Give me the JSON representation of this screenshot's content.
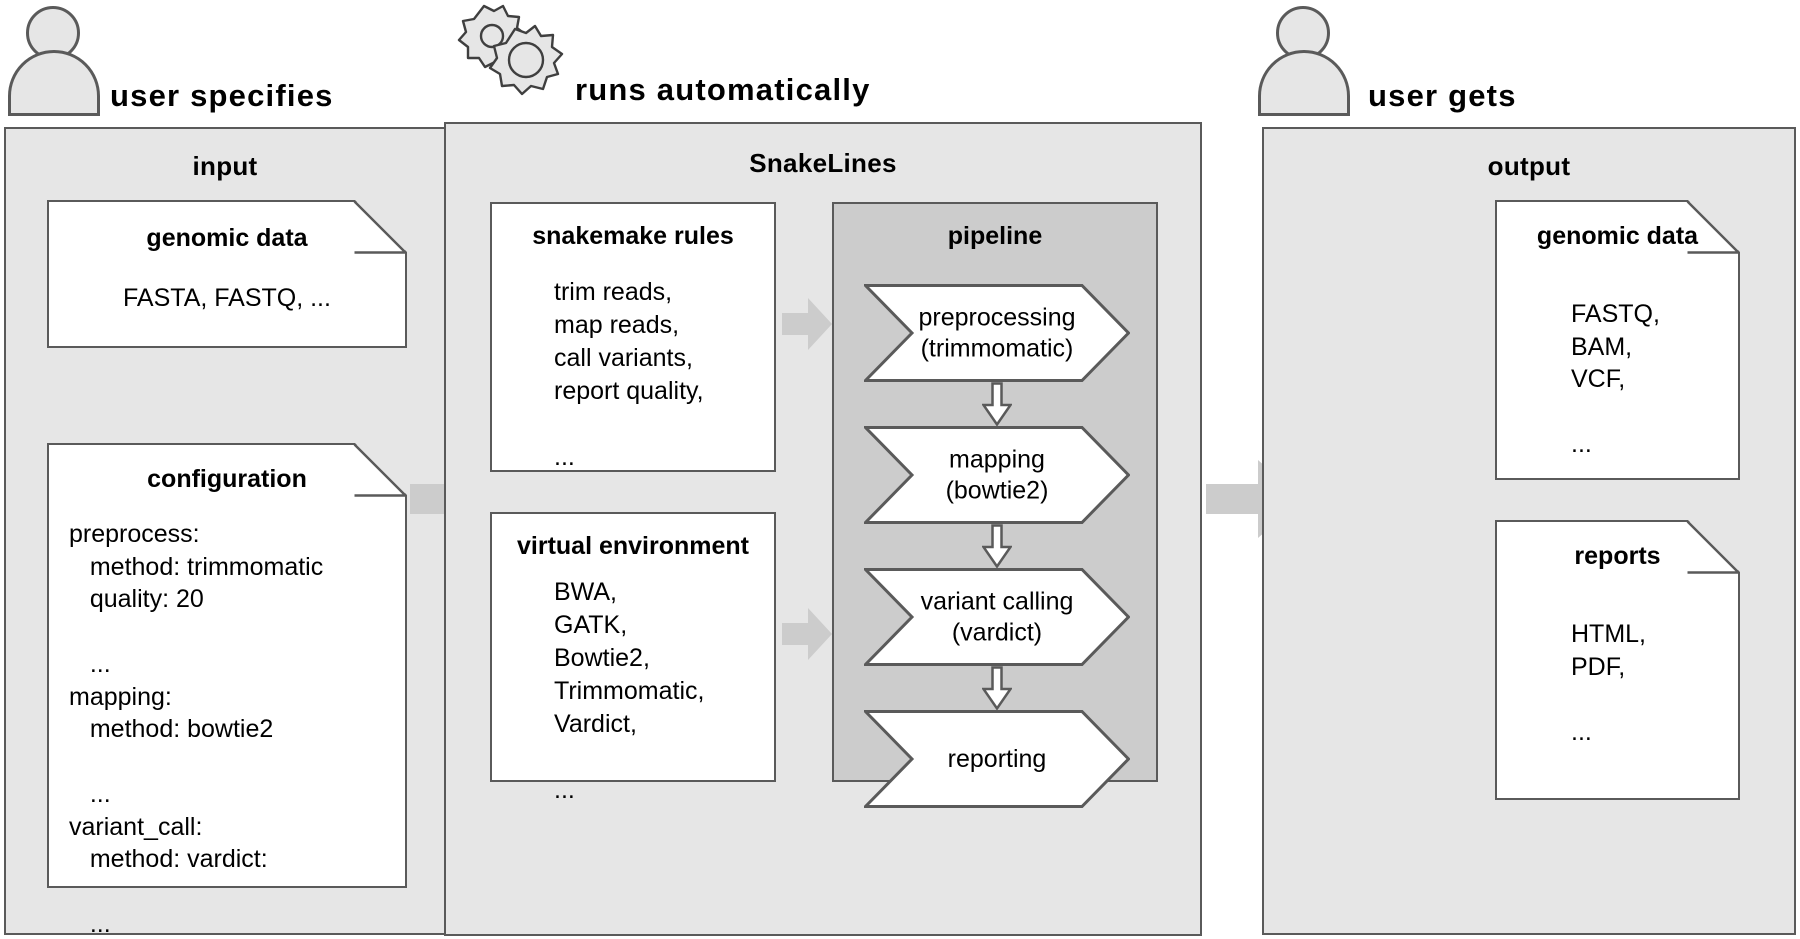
{
  "diagram": {
    "title": "SnakeLines workflow overview",
    "colors": {
      "panel_fill": "#e6e6e6",
      "panel_stroke": "#5a5a5a",
      "document_fill": "#ffffff",
      "pipeline_fill": "#cccccc",
      "connector_arrow": "#cccccc",
      "text": "#000000"
    }
  },
  "headers": {
    "left": {
      "caption": "user specifies",
      "icon": "user-icon"
    },
    "center": {
      "caption": "runs automatically",
      "icon": "gears-icon"
    },
    "right": {
      "caption": "user gets",
      "icon": "user-icon"
    }
  },
  "input_panel": {
    "title": "input",
    "documents": [
      {
        "title": "genomic data",
        "lines": "FASTA, FASTQ, ...",
        "align": "center"
      },
      {
        "title": "configuration",
        "lines": "preprocess:\n   method: trimmomatic\n   quality: 20\n\n   ...\nmapping:\n   method: bowtie2\n\n   ...\nvariant_call:\n   method: vardict:\n\n   ...",
        "align": "left"
      }
    ]
  },
  "snakelines_panel": {
    "title": "SnakeLines",
    "boxes": [
      {
        "title": "snakemake rules",
        "lines": "trim reads,\nmap reads,\ncall variants,\nreport quality,\n\n..."
      },
      {
        "title": "virtual environment",
        "lines": "BWA,\nGATK,\nBowtie2,\nTrimmomatic,\nVardict,\n\n..."
      }
    ],
    "pipeline": {
      "title": "pipeline",
      "steps": [
        {
          "label": "preprocessing\n(trimmomatic)"
        },
        {
          "label": "mapping\n(bowtie2)"
        },
        {
          "label": "variant calling\n(vardict)"
        },
        {
          "label": "reporting"
        }
      ]
    }
  },
  "output_panel": {
    "title": "output",
    "documents": [
      {
        "title": "genomic data",
        "lines": "FASTQ,\nBAM,\nVCF,\n\n...",
        "align": "left"
      },
      {
        "title": "reports",
        "lines": "HTML,\nPDF,\n\n...",
        "align": "left"
      }
    ]
  },
  "connectors": {
    "input_to_snakelines": "block-arrow-right-icon",
    "snakelines_to_output": "block-arrow-right-icon",
    "rules_to_pipeline": "block-arrow-right-icon",
    "venv_to_pipeline": "block-arrow-right-icon",
    "pipeline_flow": [
      "down-arrow-icon",
      "down-arrow-icon",
      "down-arrow-icon"
    ]
  }
}
